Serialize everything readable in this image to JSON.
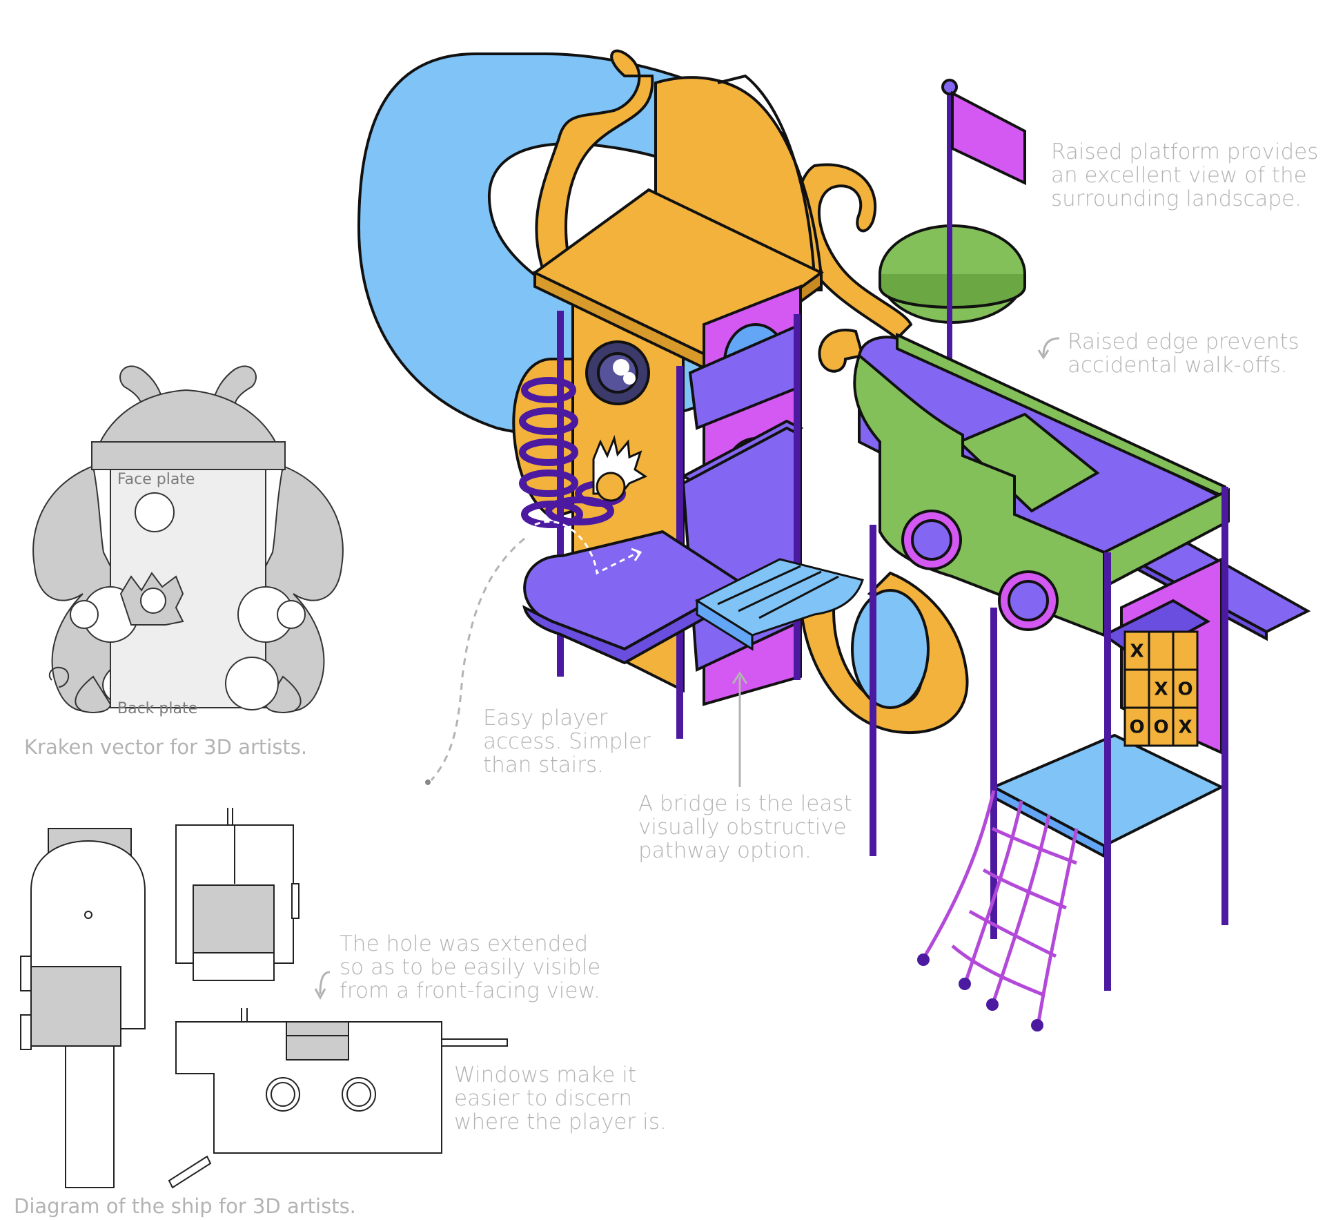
{
  "colors": {
    "blue": "#80c3f7",
    "orange": "#f2b23c",
    "purple": "#8367f2",
    "magenta": "#d458f2",
    "green": "#83c05a",
    "deep_purple": "#4b1aa0",
    "grey": "#cccccc",
    "light_grey": "#eeeeee",
    "note_text": "#b3b3b3"
  },
  "kraken": {
    "face_plate_label": "Face plate",
    "back_plate_label": "Back plate",
    "caption": "Kraken vector for 3D artists."
  },
  "ship_diagram": {
    "caption": "Diagram of the ship for 3D artists."
  },
  "annotations": {
    "raised_platform": [
      "Raised platform provides",
      "an excellent view of the",
      "surrounding landscape."
    ],
    "raised_edge": [
      "Raised edge prevents",
      "accidental walk-offs."
    ],
    "easy_access": [
      "Easy player",
      "access. Simpler",
      "than stairs."
    ],
    "bridge": [
      "A bridge is the least",
      "visually obstructive",
      "pathway option."
    ],
    "hole_extended": [
      "The hole was extended",
      "so as to be easily visible",
      "from a front-facing view."
    ],
    "windows": [
      "Windows make it",
      "easier to discern",
      "where the player is."
    ]
  },
  "tic_tac_toe": [
    [
      "X",
      "",
      ""
    ],
    [
      "",
      "X",
      "O"
    ],
    [
      "O",
      "O",
      "X"
    ]
  ]
}
